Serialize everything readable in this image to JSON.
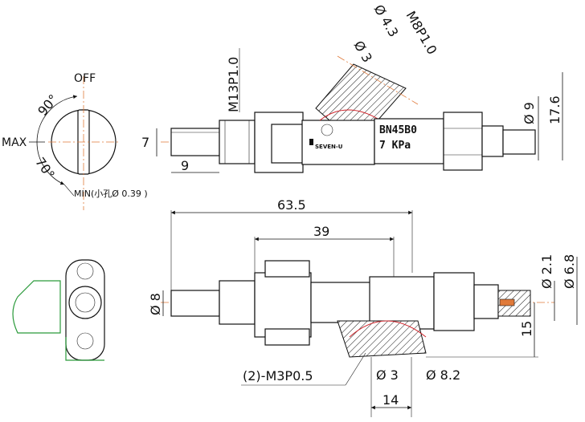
{
  "dial": {
    "off": "OFF",
    "max": "MAX",
    "angle_top": "90°",
    "angle_bottom": "70°",
    "min": "MIN(小孔Ø 0.39 )"
  },
  "top_view": {
    "m13": "M13P1.0",
    "d3": "Ø 3",
    "d43": "Ø 4.3",
    "m8": "M8P1.0",
    "d9": "Ø 9",
    "d176": "17.6",
    "d7": "7",
    "d9b": "9",
    "model": "BN45B0",
    "pressure": "7  KPa",
    "brand": "SEVEN-U"
  },
  "bottom_view": {
    "l635": "63.5",
    "l39": "39",
    "d8": "Ø 8",
    "d21": "Ø 2.1",
    "d68": "Ø 6.8",
    "h15": "15",
    "m3": "(2)-M3P0.5",
    "d3": "Ø 3",
    "d82": "Ø 8.2",
    "w14": "14"
  },
  "colors": {
    "centerline": "#e07a3a",
    "section": "#d0242b",
    "side_view": "#2a9a3a"
  }
}
